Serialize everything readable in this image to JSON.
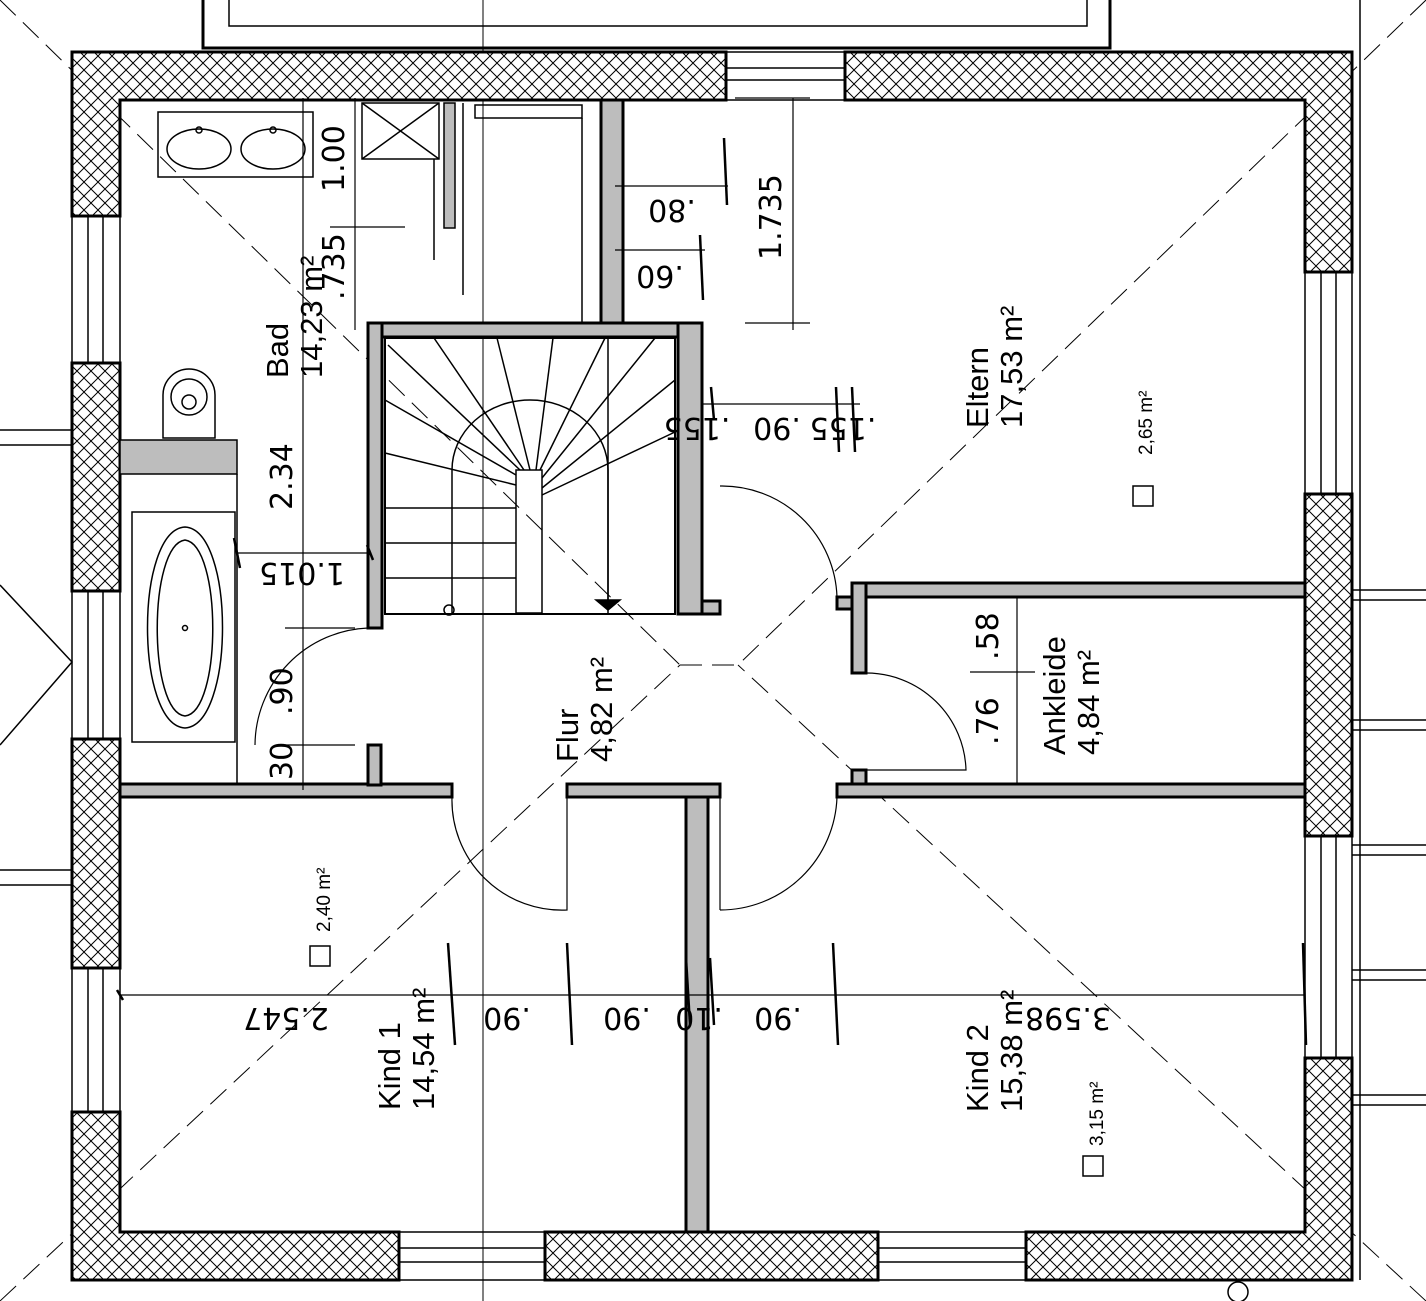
{
  "rooms": {
    "bad": {
      "name": "Bad",
      "area": "14,23 m²"
    },
    "eltern": {
      "name": "Eltern",
      "area": "17,53 m²"
    },
    "flur": {
      "name": "Flur",
      "area": "4,82 m²"
    },
    "ankleide": {
      "name": "Ankleide",
      "area": "4,84 m²"
    },
    "kind1": {
      "name": "Kind 1",
      "area": "14,54 m²"
    },
    "kind2": {
      "name": "Kind 2",
      "area": "15,38 m²"
    }
  },
  "small_areas": {
    "eltern": "2,65 m²",
    "kind1": "2,40 m²",
    "kind2": "3,15 m²"
  },
  "dimensions": {
    "bad_top": "1.00",
    "bad_mid": ".735",
    "bad_main": "2.34",
    "bad_tub": "1.015",
    "bad_door": ".90",
    "bad_bottom": "30",
    "eltern_a": ".80",
    "eltern_b": ".60",
    "eltern_vertical": "1.735",
    "eltern_c": ".155",
    "eltern_d": ".90",
    "eltern_e": ".155",
    "ankleide_a": ".58",
    "ankleide_b": ".76",
    "row_kind1": "2.547",
    "row_door1": ".90",
    "row_door2": ".90",
    "row_wall": ".10",
    "row_door3": ".90",
    "row_kind2": "3.598"
  }
}
